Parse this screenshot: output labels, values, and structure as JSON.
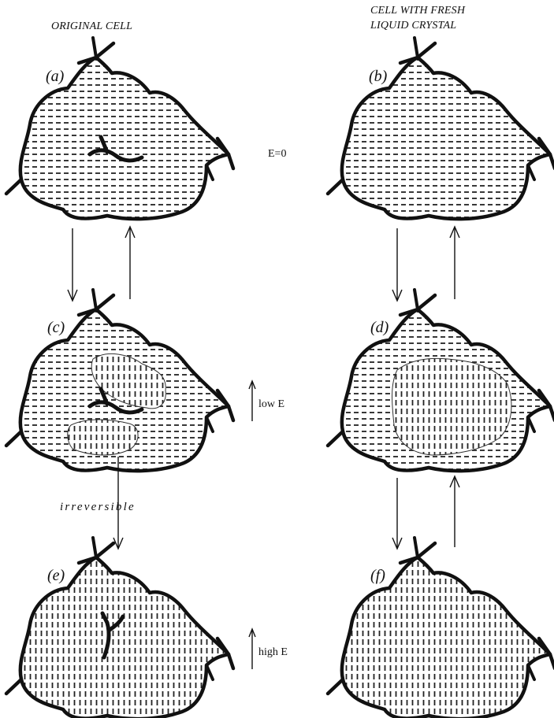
{
  "headers": {
    "left": "ORIGINAL CELL",
    "right_line1": "CELL WITH FRESH",
    "right_line2": "LIQUID CRYSTAL"
  },
  "panels": {
    "a": "(a)",
    "b": "(b)",
    "c": "(c)",
    "d": "(d)",
    "e": "(e)",
    "f": "(f)"
  },
  "field_labels": {
    "zero": "E=0",
    "low": "low E",
    "high": "high E"
  },
  "transition_note": "irreversible",
  "colors": {
    "ink": "#111111",
    "pattern": "#222222",
    "background": "#ffffff"
  }
}
